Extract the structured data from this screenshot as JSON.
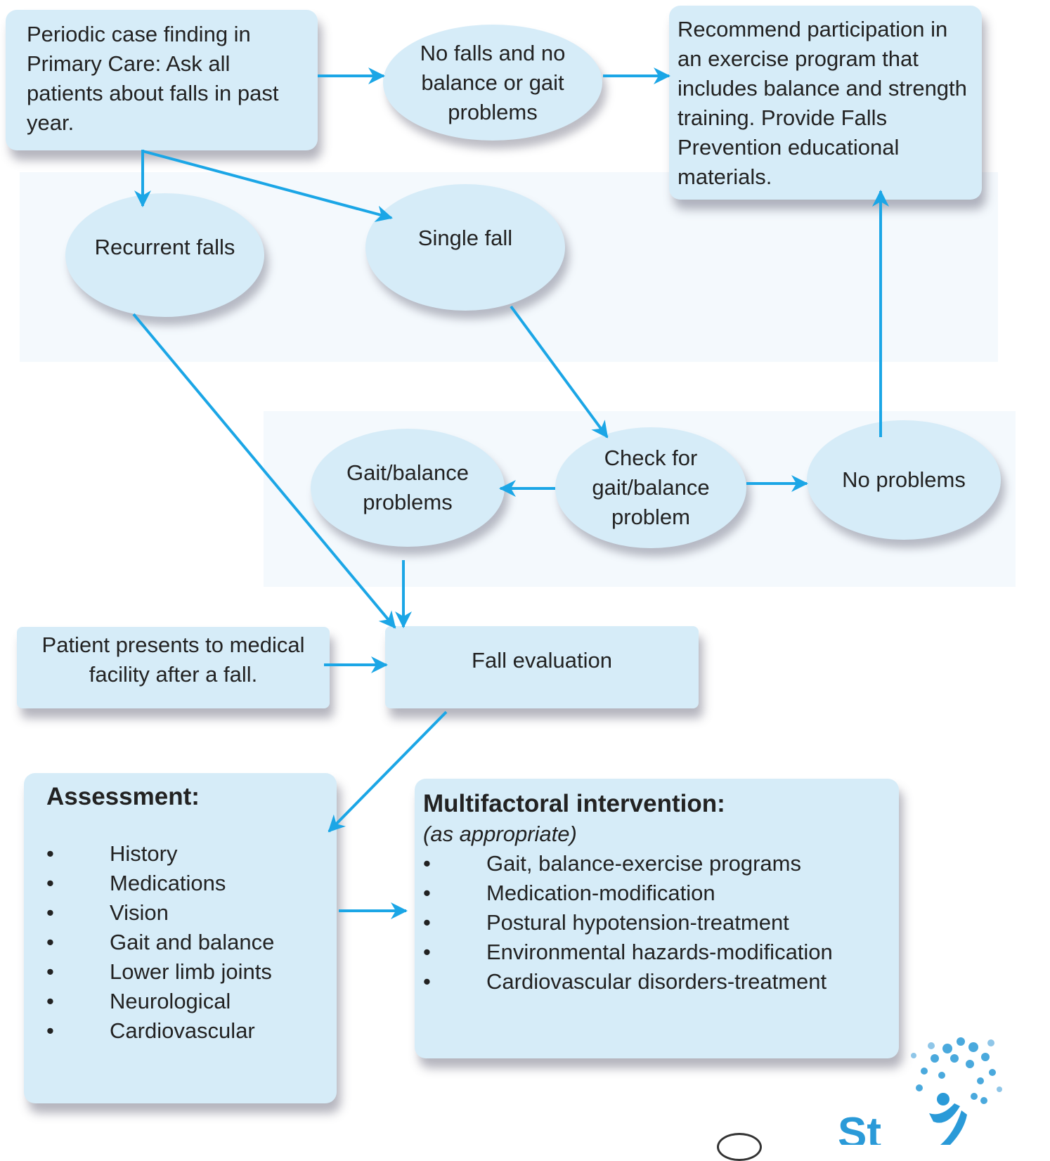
{
  "colors": {
    "box_fill": "#d6ecf8",
    "arrow": "#1ba6e6",
    "text": "#222222"
  },
  "nodes": {
    "case_finding": "Periodic case finding in Primary Care:  Ask all patients about falls in past year.",
    "no_falls": "No falls and no balance or gait problems",
    "recommend": "Recommend participation in an exercise program that includes balance and strength training.  Provide Falls Prevention educational materials.",
    "recurrent_falls": "Recurrent falls",
    "single_fall": "Single fall",
    "gait_balance_problems": "Gait/balance problems",
    "check_gait": "Check for gait/balance problem",
    "no_problems": "No problems",
    "patient_presents": "Patient presents to medical facility after a fall.",
    "fall_evaluation": "Fall evaluation"
  },
  "assessment": {
    "title": "Assessment:",
    "items": [
      "History",
      "Medications",
      "Vision",
      "Gait and balance",
      "Lower limb joints",
      "Neurological",
      "Cardiovascular"
    ]
  },
  "intervention": {
    "title": "Multifactoral intervention:",
    "subtitle": "(as appropriate)",
    "items": [
      "Gait, balance-exercise programs",
      "Medication-modification",
      "Postural hypotension-treatment",
      "Environmental hazards-modification",
      "Cardiovascular disorders-treatment"
    ]
  },
  "bullet": "•",
  "logo_text": "St"
}
